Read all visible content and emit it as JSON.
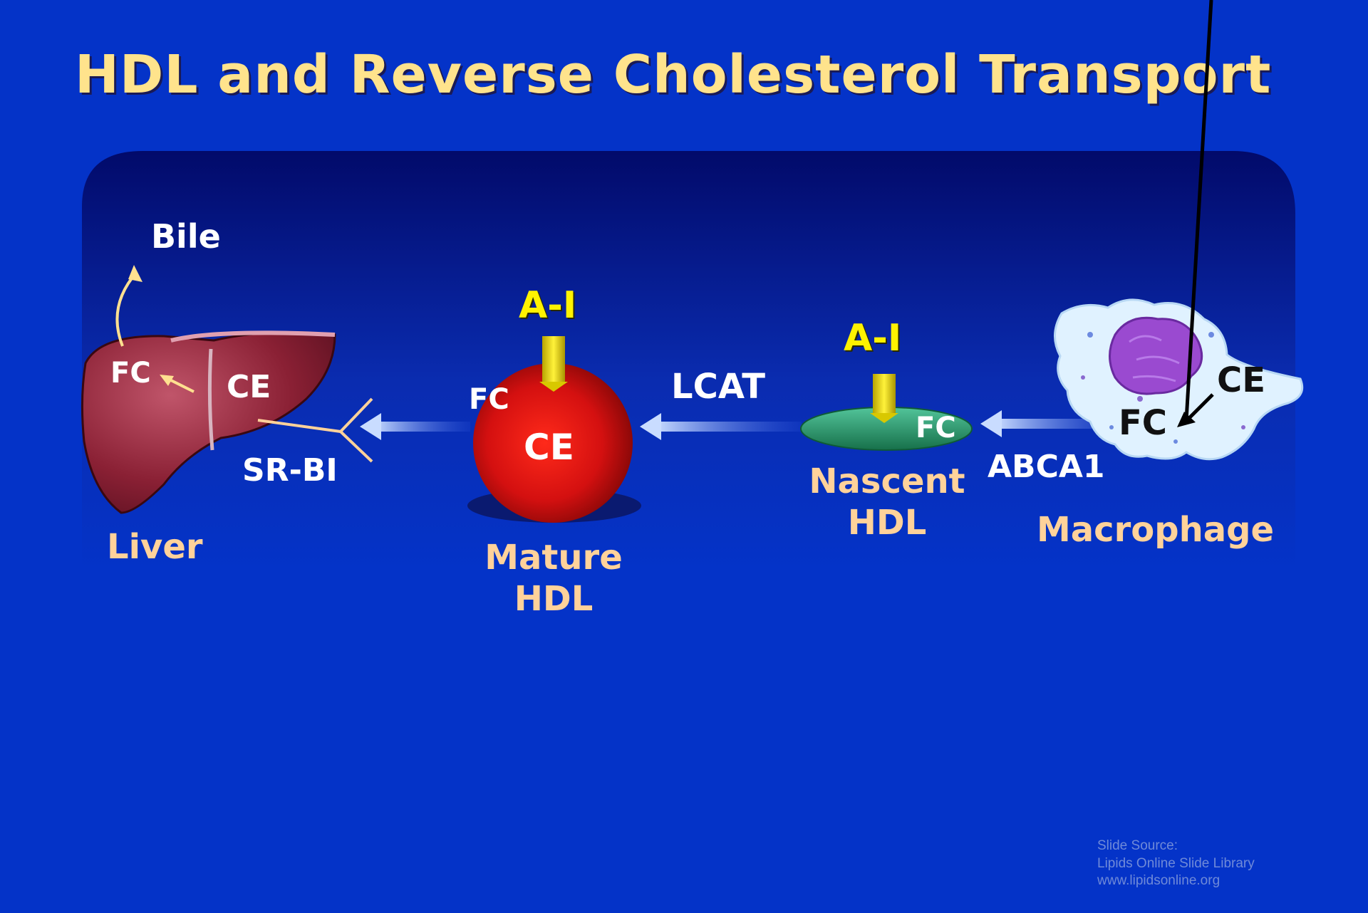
{
  "title": "HDL and Reverse Cholesterol Transport",
  "labels": {
    "bile": "Bile",
    "liver_fc": "FC",
    "liver_ce": "CE",
    "sr_bi": "SR-BI",
    "liver": "Liver",
    "mature_ai": "A-I",
    "mature_fc": "FC",
    "mature_ce": "CE",
    "mature_hdl_line1": "Mature",
    "mature_hdl_line2": "HDL",
    "lcat": "LCAT",
    "nascent_ai": "A-I",
    "nascent_fc": "FC",
    "nascent_hdl_line1": "Nascent",
    "nascent_hdl_line2": "HDL",
    "abca1": "ABCA1",
    "macrophage_ce": "CE",
    "macrophage_fc": "FC",
    "macrophage": "Macrophage"
  },
  "source": {
    "line1": "Slide Source:",
    "line2": "Lipids Online Slide Library",
    "line3": "www.lipidsonline.org"
  },
  "colors": {
    "background": "#0433c8",
    "title": "#ffe38c",
    "liver": "#8a2030",
    "mature_hdl": "#c81010",
    "nascent_hdl": "#2a9a6a",
    "apoA1": "#e8d800",
    "macrophage_nucleus": "#9a4ad0"
  }
}
